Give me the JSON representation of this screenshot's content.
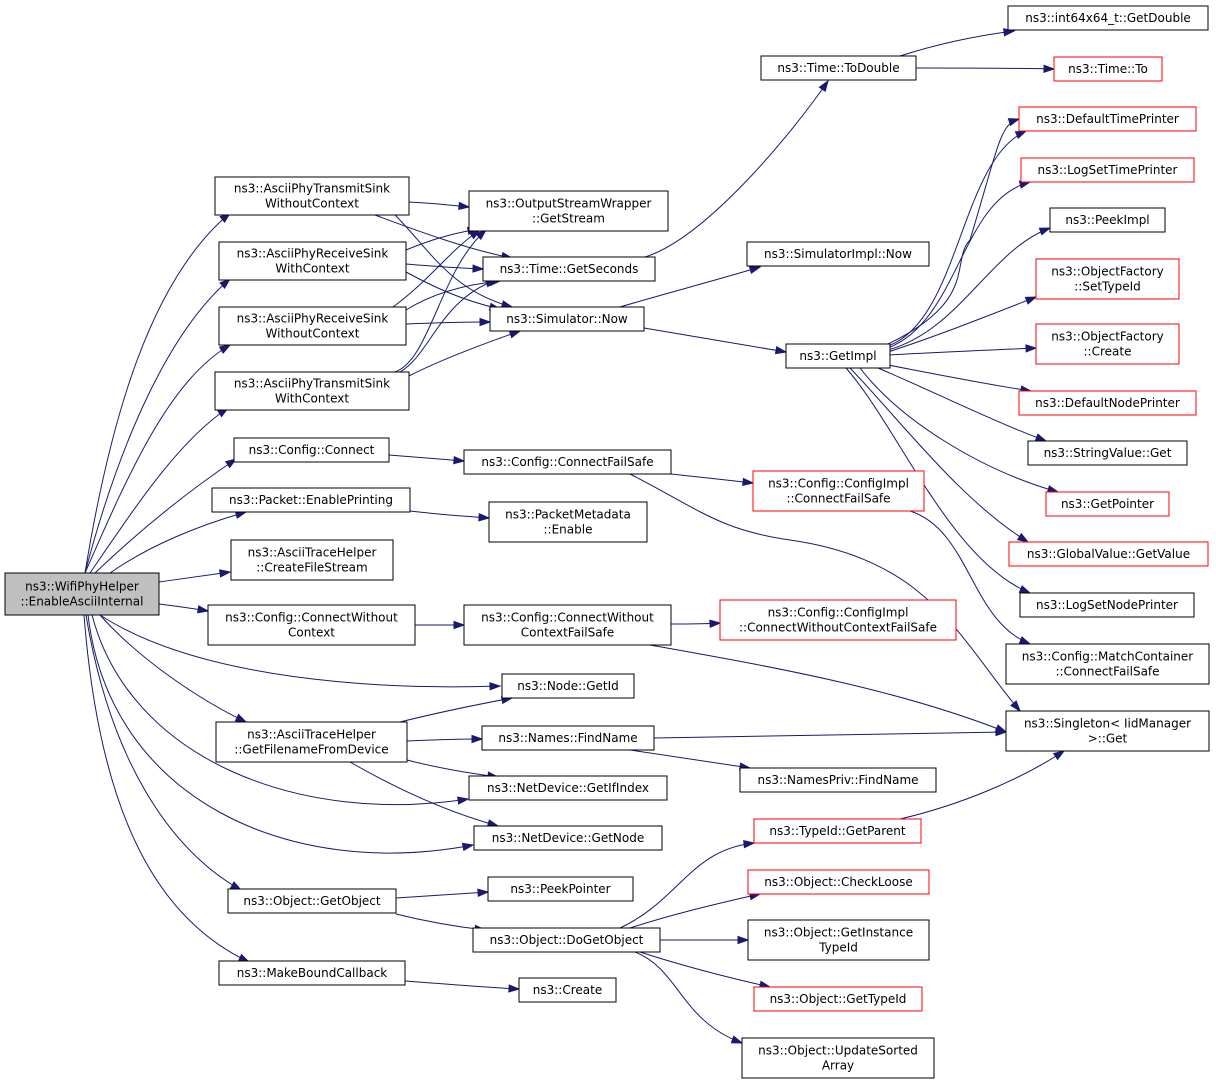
{
  "diagram": {
    "type": "call-graph",
    "colors": {
      "edge": "#191970",
      "node_border": "#000000",
      "truncated_node_border": "#ff0000",
      "root_fill": "#bfbfbf",
      "node_fill": "#ffffff"
    },
    "nodes": [
      {
        "id": "root",
        "lines": [
          "ns3::WifiPhyHelper",
          "::EnableAsciiInternal"
        ],
        "kind": "root"
      },
      {
        "id": "n_tx_sink_nc",
        "lines": [
          "ns3::AsciiPhyTransmitSink",
          "WithoutContext"
        ],
        "kind": "normal"
      },
      {
        "id": "n_rx_sink_c",
        "lines": [
          "ns3::AsciiPhyReceiveSink",
          "WithContext"
        ],
        "kind": "normal"
      },
      {
        "id": "n_rx_sink_nc",
        "lines": [
          "ns3::AsciiPhyReceiveSink",
          "WithoutContext"
        ],
        "kind": "normal"
      },
      {
        "id": "n_tx_sink_c",
        "lines": [
          "ns3::AsciiPhyTransmitSink",
          "WithContext"
        ],
        "kind": "normal"
      },
      {
        "id": "n_config_connect",
        "lines": [
          "ns3::Config::Connect"
        ],
        "kind": "normal"
      },
      {
        "id": "n_packet_enable",
        "lines": [
          "ns3::Packet::EnablePrinting"
        ],
        "kind": "normal"
      },
      {
        "id": "n_create_file_stream",
        "lines": [
          "ns3::AsciiTraceHelper",
          "::CreateFileStream"
        ],
        "kind": "normal"
      },
      {
        "id": "n_config_connect_wc",
        "lines": [
          "ns3::Config::ConnectWithout",
          "Context"
        ],
        "kind": "normal"
      },
      {
        "id": "n_get_filename",
        "lines": [
          "ns3::AsciiTraceHelper",
          "::GetFilenameFromDevice"
        ],
        "kind": "normal"
      },
      {
        "id": "n_object_getobject",
        "lines": [
          "ns3::Object::GetObject"
        ],
        "kind": "normal"
      },
      {
        "id": "n_make_bound_cb",
        "lines": [
          "ns3::MakeBoundCallback"
        ],
        "kind": "normal"
      },
      {
        "id": "n_get_stream",
        "lines": [
          "ns3::OutputStreamWrapper",
          "::GetStream"
        ],
        "kind": "normal"
      },
      {
        "id": "n_time_getseconds",
        "lines": [
          "ns3::Time::GetSeconds"
        ],
        "kind": "normal"
      },
      {
        "id": "n_simulator_now",
        "lines": [
          "ns3::Simulator::Now"
        ],
        "kind": "normal"
      },
      {
        "id": "n_config_connect_fs",
        "lines": [
          "ns3::Config::ConnectFailSafe"
        ],
        "kind": "normal"
      },
      {
        "id": "n_packet_metadata_enable",
        "lines": [
          "ns3::PacketMetadata",
          "::Enable"
        ],
        "kind": "normal"
      },
      {
        "id": "n_config_connect_wc_fs",
        "lines": [
          "ns3::Config::ConnectWithout",
          "ContextFailSafe"
        ],
        "kind": "normal"
      },
      {
        "id": "n_node_getid",
        "lines": [
          "ns3::Node::GetId"
        ],
        "kind": "normal"
      },
      {
        "id": "n_names_findname",
        "lines": [
          "ns3::Names::FindName"
        ],
        "kind": "normal"
      },
      {
        "id": "n_netdevice_getifindex",
        "lines": [
          "ns3::NetDevice::GetIfIndex"
        ],
        "kind": "normal"
      },
      {
        "id": "n_netdevice_getnode",
        "lines": [
          "ns3::NetDevice::GetNode"
        ],
        "kind": "normal"
      },
      {
        "id": "n_peekpointer",
        "lines": [
          "ns3::PeekPointer"
        ],
        "kind": "normal"
      },
      {
        "id": "n_object_dogetobject",
        "lines": [
          "ns3::Object::DoGetObject"
        ],
        "kind": "normal"
      },
      {
        "id": "n_create",
        "lines": [
          "ns3::Create"
        ],
        "kind": "normal"
      },
      {
        "id": "n_time_todouble",
        "lines": [
          "ns3::Time::ToDouble"
        ],
        "kind": "normal"
      },
      {
        "id": "n_simimpl_now",
        "lines": [
          "ns3::SimulatorImpl::Now"
        ],
        "kind": "normal"
      },
      {
        "id": "n_getimpl",
        "lines": [
          "ns3::GetImpl"
        ],
        "kind": "normal"
      },
      {
        "id": "n_configimpl_connectfs",
        "lines": [
          "ns3::Config::ConfigImpl",
          "::ConnectFailSafe"
        ],
        "kind": "truncated"
      },
      {
        "id": "n_configimpl_connectwcfs",
        "lines": [
          "ns3::Config::ConfigImpl",
          "::ConnectWithoutContextFailSafe"
        ],
        "kind": "truncated"
      },
      {
        "id": "n_namespriv_findname",
        "lines": [
          "ns3::NamesPriv::FindName"
        ],
        "kind": "normal"
      },
      {
        "id": "n_typeid_getparent",
        "lines": [
          "ns3::TypeId::GetParent"
        ],
        "kind": "truncated"
      },
      {
        "id": "n_object_checkloose",
        "lines": [
          "ns3::Object::CheckLoose"
        ],
        "kind": "truncated"
      },
      {
        "id": "n_object_getinstancetypeid",
        "lines": [
          "ns3::Object::GetInstance",
          "TypeId"
        ],
        "kind": "normal"
      },
      {
        "id": "n_object_gettypeid",
        "lines": [
          "ns3::Object::GetTypeId"
        ],
        "kind": "truncated"
      },
      {
        "id": "n_object_updatesorted",
        "lines": [
          "ns3::Object::UpdateSorted",
          "Array"
        ],
        "kind": "normal"
      },
      {
        "id": "n_int64_getdouble",
        "lines": [
          "ns3::int64x64_t::GetDouble"
        ],
        "kind": "normal"
      },
      {
        "id": "n_time_to",
        "lines": [
          "ns3::Time::To"
        ],
        "kind": "truncated"
      },
      {
        "id": "n_default_time_printer",
        "lines": [
          "ns3::DefaultTimePrinter"
        ],
        "kind": "truncated"
      },
      {
        "id": "n_logset_time_printer",
        "lines": [
          "ns3::LogSetTimePrinter"
        ],
        "kind": "truncated"
      },
      {
        "id": "n_peekimpl",
        "lines": [
          "ns3::PeekImpl"
        ],
        "kind": "normal"
      },
      {
        "id": "n_objectfactory_settypeid",
        "lines": [
          "ns3::ObjectFactory",
          "::SetTypeId"
        ],
        "kind": "truncated"
      },
      {
        "id": "n_objectfactory_create",
        "lines": [
          "ns3::ObjectFactory",
          "::Create"
        ],
        "kind": "truncated"
      },
      {
        "id": "n_default_node_printer",
        "lines": [
          "ns3::DefaultNodePrinter"
        ],
        "kind": "truncated"
      },
      {
        "id": "n_stringvalue_get",
        "lines": [
          "ns3::StringValue::Get"
        ],
        "kind": "normal"
      },
      {
        "id": "n_getpointer",
        "lines": [
          "ns3::GetPointer"
        ],
        "kind": "truncated"
      },
      {
        "id": "n_globalvalue_getvalue",
        "lines": [
          "ns3::GlobalValue::GetValue"
        ],
        "kind": "truncated"
      },
      {
        "id": "n_logset_node_printer",
        "lines": [
          "ns3::LogSetNodePrinter"
        ],
        "kind": "normal"
      },
      {
        "id": "n_matchcontainer_connectfs",
        "lines": [
          "ns3::Config::MatchContainer",
          "::ConnectFailSafe"
        ],
        "kind": "normal"
      },
      {
        "id": "n_singleton_get",
        "lines": [
          "ns3::Singleton< IidManager",
          ">::Get"
        ],
        "kind": "normal"
      }
    ],
    "edges": [
      [
        "root",
        "n_tx_sink_nc"
      ],
      [
        "root",
        "n_rx_sink_c"
      ],
      [
        "root",
        "n_rx_sink_nc"
      ],
      [
        "root",
        "n_tx_sink_c"
      ],
      [
        "root",
        "n_config_connect"
      ],
      [
        "root",
        "n_packet_enable"
      ],
      [
        "root",
        "n_create_file_stream"
      ],
      [
        "root",
        "n_config_connect_wc"
      ],
      [
        "root",
        "n_node_getid"
      ],
      [
        "root",
        "n_get_filename"
      ],
      [
        "root",
        "n_netdevice_getifindex"
      ],
      [
        "root",
        "n_netdevice_getnode"
      ],
      [
        "root",
        "n_object_getobject"
      ],
      [
        "root",
        "n_make_bound_cb"
      ],
      [
        "n_tx_sink_nc",
        "n_get_stream"
      ],
      [
        "n_tx_sink_nc",
        "n_time_getseconds"
      ],
      [
        "n_tx_sink_nc",
        "n_simulator_now"
      ],
      [
        "n_rx_sink_c",
        "n_get_stream"
      ],
      [
        "n_rx_sink_c",
        "n_time_getseconds"
      ],
      [
        "n_rx_sink_c",
        "n_simulator_now"
      ],
      [
        "n_rx_sink_nc",
        "n_get_stream"
      ],
      [
        "n_rx_sink_nc",
        "n_time_getseconds"
      ],
      [
        "n_rx_sink_nc",
        "n_simulator_now"
      ],
      [
        "n_tx_sink_c",
        "n_get_stream"
      ],
      [
        "n_tx_sink_c",
        "n_time_getseconds"
      ],
      [
        "n_tx_sink_c",
        "n_simulator_now"
      ],
      [
        "n_time_getseconds",
        "n_time_todouble"
      ],
      [
        "n_time_todouble",
        "n_int64_getdouble"
      ],
      [
        "n_time_todouble",
        "n_time_to"
      ],
      [
        "n_simulator_now",
        "n_simimpl_now"
      ],
      [
        "n_simulator_now",
        "n_getimpl"
      ],
      [
        "n_getimpl",
        "n_simulator_now"
      ],
      [
        "n_getimpl",
        "n_default_time_printer"
      ],
      [
        "n_getimpl",
        "n_logset_time_printer"
      ],
      [
        "n_getimpl",
        "n_peekimpl"
      ],
      [
        "n_getimpl",
        "n_objectfactory_settypeid"
      ],
      [
        "n_getimpl",
        "n_objectfactory_create"
      ],
      [
        "n_getimpl",
        "n_default_node_printer"
      ],
      [
        "n_getimpl",
        "n_stringvalue_get"
      ],
      [
        "n_getimpl",
        "n_getpointer"
      ],
      [
        "n_getimpl",
        "n_globalvalue_getvalue"
      ],
      [
        "n_getimpl",
        "n_logset_node_printer"
      ],
      [
        "n_config_connect",
        "n_config_connect_fs"
      ],
      [
        "n_config_connect_fs",
        "n_configimpl_connectfs"
      ],
      [
        "n_config_connect_fs",
        "n_singleton_get"
      ],
      [
        "n_configimpl_connectfs",
        "n_matchcontainer_connectfs"
      ],
      [
        "n_packet_enable",
        "n_packet_metadata_enable"
      ],
      [
        "n_config_connect_wc",
        "n_config_connect_wc_fs"
      ],
      [
        "n_config_connect_wc_fs",
        "n_configimpl_connectwcfs"
      ],
      [
        "n_config_connect_wc_fs",
        "n_singleton_get"
      ],
      [
        "n_get_filename",
        "n_node_getid"
      ],
      [
        "n_get_filename",
        "n_names_findname"
      ],
      [
        "n_get_filename",
        "n_netdevice_getifindex"
      ],
      [
        "n_get_filename",
        "n_netdevice_getnode"
      ],
      [
        "n_names_findname",
        "n_singleton_get"
      ],
      [
        "n_names_findname",
        "n_namespriv_findname"
      ],
      [
        "n_object_getobject",
        "n_peekpointer"
      ],
      [
        "n_object_getobject",
        "n_object_dogetobject"
      ],
      [
        "n_object_dogetobject",
        "n_typeid_getparent"
      ],
      [
        "n_object_dogetobject",
        "n_object_checkloose"
      ],
      [
        "n_object_dogetobject",
        "n_object_getinstancetypeid"
      ],
      [
        "n_object_dogetobject",
        "n_object_gettypeid"
      ],
      [
        "n_object_dogetobject",
        "n_object_updatesorted"
      ],
      [
        "n_typeid_getparent",
        "n_singleton_get"
      ],
      [
        "n_make_bound_cb",
        "n_create"
      ]
    ]
  }
}
